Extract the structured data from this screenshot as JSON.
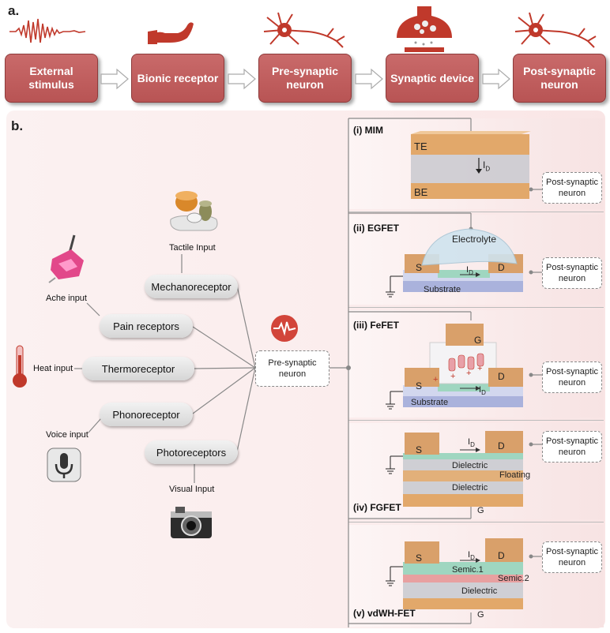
{
  "panel_a": {
    "label": "a.",
    "flow": [
      {
        "label": "External stimulus"
      },
      {
        "label": "Bionic receptor"
      },
      {
        "label": "Pre-synaptic neuron"
      },
      {
        "label": "Synaptic device"
      },
      {
        "label": "Post-synaptic neuron"
      }
    ]
  },
  "panel_b": {
    "label": "b.",
    "receptors": [
      {
        "name": "Mechanoreceptor",
        "input": "Tactile Input"
      },
      {
        "name": "Pain receptors",
        "input": "Ache input"
      },
      {
        "name": "Thermoreceptor",
        "input": "Heat input"
      },
      {
        "name": "Phonoreceptor",
        "input": "Voice input"
      },
      {
        "name": "Photoreceptors",
        "input": "Visual Input"
      }
    ],
    "presynaptic": "Pre-synaptic neuron",
    "postsynaptic": "Post-synaptic neuron",
    "devices": [
      {
        "title": "(i) MIM",
        "top": "TE",
        "bottom": "BE",
        "current": "I",
        "sub": "D"
      },
      {
        "title": "(ii) EGFET",
        "electrolyte": "Electrolyte",
        "source": "S",
        "drain": "D",
        "substrate": "Substrate",
        "current": "I",
        "sub": "D"
      },
      {
        "title": "(iii) FeFET",
        "gate": "G",
        "source": "S",
        "drain": "D",
        "substrate": "Substrate",
        "current": "I",
        "sub": "D"
      },
      {
        "title": "(iv) FGFET",
        "source": "S",
        "drain": "D",
        "dielectric1": "Dielectric",
        "floating": "Floating",
        "dielectric2": "Dielectric",
        "gate": "G",
        "current": "I",
        "sub": "D"
      },
      {
        "title": "(v) vdWH-FET",
        "source": "S",
        "drain": "D",
        "semic1": "Semic.1",
        "semic2": "Semic.2",
        "dielectric": "Dielectric",
        "gate": "G",
        "current": "I",
        "sub": "D"
      }
    ]
  },
  "colors": {
    "flow_box": "#c05e5e",
    "accent_red": "#c0392b",
    "electrode": "#d9a06a"
  }
}
